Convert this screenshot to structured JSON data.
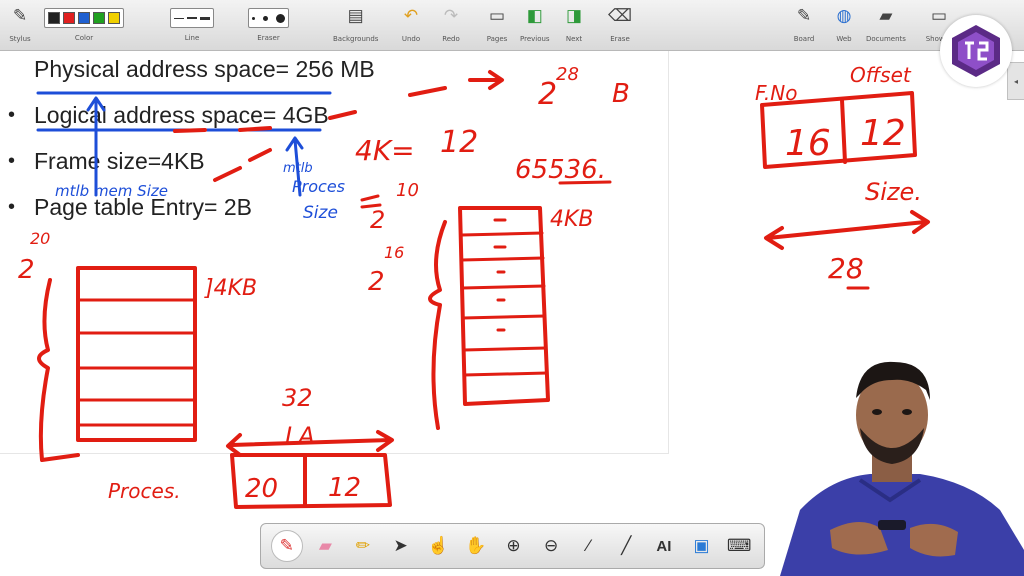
{
  "toolbar": {
    "left": [
      {
        "name": "stylus",
        "label": "Stylus",
        "icon": "stylus-icon",
        "glyph": "✎"
      },
      {
        "name": "color",
        "label": "Color",
        "icon": "color-palette",
        "glyph": ""
      },
      {
        "name": "line",
        "label": "Line",
        "icon": "line-style",
        "glyph": ""
      },
      {
        "name": "eraser",
        "label": "Eraser",
        "icon": "eraser-size",
        "glyph": ""
      },
      {
        "name": "backgrounds",
        "label": "Backgrounds",
        "icon": "backgrounds-icon",
        "glyph": "▤"
      },
      {
        "name": "undo",
        "label": "Undo",
        "icon": "undo-icon",
        "glyph": "↶"
      },
      {
        "name": "redo",
        "label": "Redo",
        "icon": "redo-icon",
        "glyph": "↷"
      },
      {
        "name": "pages",
        "label": "Pages",
        "icon": "pages-icon",
        "glyph": "▭"
      },
      {
        "name": "previous",
        "label": "Previous",
        "icon": "previous-icon",
        "glyph": "◧"
      },
      {
        "name": "next",
        "label": "Next",
        "icon": "next-icon",
        "glyph": "◨"
      },
      {
        "name": "erase",
        "label": "Erase",
        "icon": "erase-icon",
        "glyph": "⌫"
      }
    ],
    "right": [
      {
        "name": "board",
        "label": "Board",
        "icon": "board-icon",
        "glyph": "✎"
      },
      {
        "name": "web",
        "label": "Web",
        "icon": "globe-icon",
        "glyph": "◍"
      },
      {
        "name": "documents",
        "label": "Documents",
        "icon": "folder-icon",
        "glyph": "▰"
      },
      {
        "name": "show-desktop",
        "label": "Show D",
        "icon": "monitor-icon",
        "glyph": "▭"
      }
    ],
    "colors": [
      "#222222",
      "#e02020",
      "#2060d0",
      "#20a020",
      "#f0d000"
    ]
  },
  "bullets": [
    "Physical address space= 256 MB",
    "Logical address space= 4GB",
    "Frame size=4KB",
    "Page table Entry= 2B"
  ],
  "handwriting": {
    "a1": "2",
    "a1sup": "28",
    "a1unit": "B",
    "k4": "4K=",
    "twelve": "12",
    "n65536": "65536.",
    "two10": "2",
    "two10sup": "10",
    "two20": "2",
    "two20sup": "20",
    "kb4a": "]4KB",
    "two16": "2",
    "two16sup": "16",
    "kb4b": "4KB",
    "procs": "Proces.",
    "la32": "32",
    "la": "LA",
    "la20": "20",
    "la12": "12",
    "fno": "F.No",
    "offset": "Offset",
    "f16": "16",
    "f12": "12",
    "size": "Size.",
    "n28": "28",
    "mem_note": "mtlb mem Size",
    "proc_note1": "mtlb",
    "proc_note2": "Proces",
    "proc_note3": "Size"
  },
  "bottom_tools": [
    {
      "name": "pen-tool",
      "icon": "pen-icon",
      "glyph": "✎",
      "active": true
    },
    {
      "name": "eraser-tool",
      "icon": "eraser-icon",
      "glyph": "▰"
    },
    {
      "name": "highlighter-tool",
      "icon": "highlighter-icon",
      "glyph": "✏"
    },
    {
      "name": "select-tool",
      "icon": "arrow-pointer-icon",
      "glyph": "➤"
    },
    {
      "name": "pointer-hand-tool",
      "icon": "pointing-hand-icon",
      "glyph": "☝"
    },
    {
      "name": "pan-tool",
      "icon": "hand-icon",
      "glyph": "✋"
    },
    {
      "name": "zoom-in-tool",
      "icon": "zoom-in-icon",
      "glyph": "⊕"
    },
    {
      "name": "zoom-out-tool",
      "icon": "zoom-out-icon",
      "glyph": "⊖"
    },
    {
      "name": "pipette-tool",
      "icon": "pipette-icon",
      "glyph": "⁄"
    },
    {
      "name": "line-tool",
      "icon": "line-icon",
      "glyph": "╱"
    },
    {
      "name": "text-tool",
      "icon": "text-ai-icon",
      "glyph": "AI"
    },
    {
      "name": "screenshot-tool",
      "icon": "screenshot-icon",
      "glyph": "▣"
    },
    {
      "name": "keyboard-tool",
      "icon": "keyboard-icon",
      "glyph": "⌨"
    }
  ]
}
